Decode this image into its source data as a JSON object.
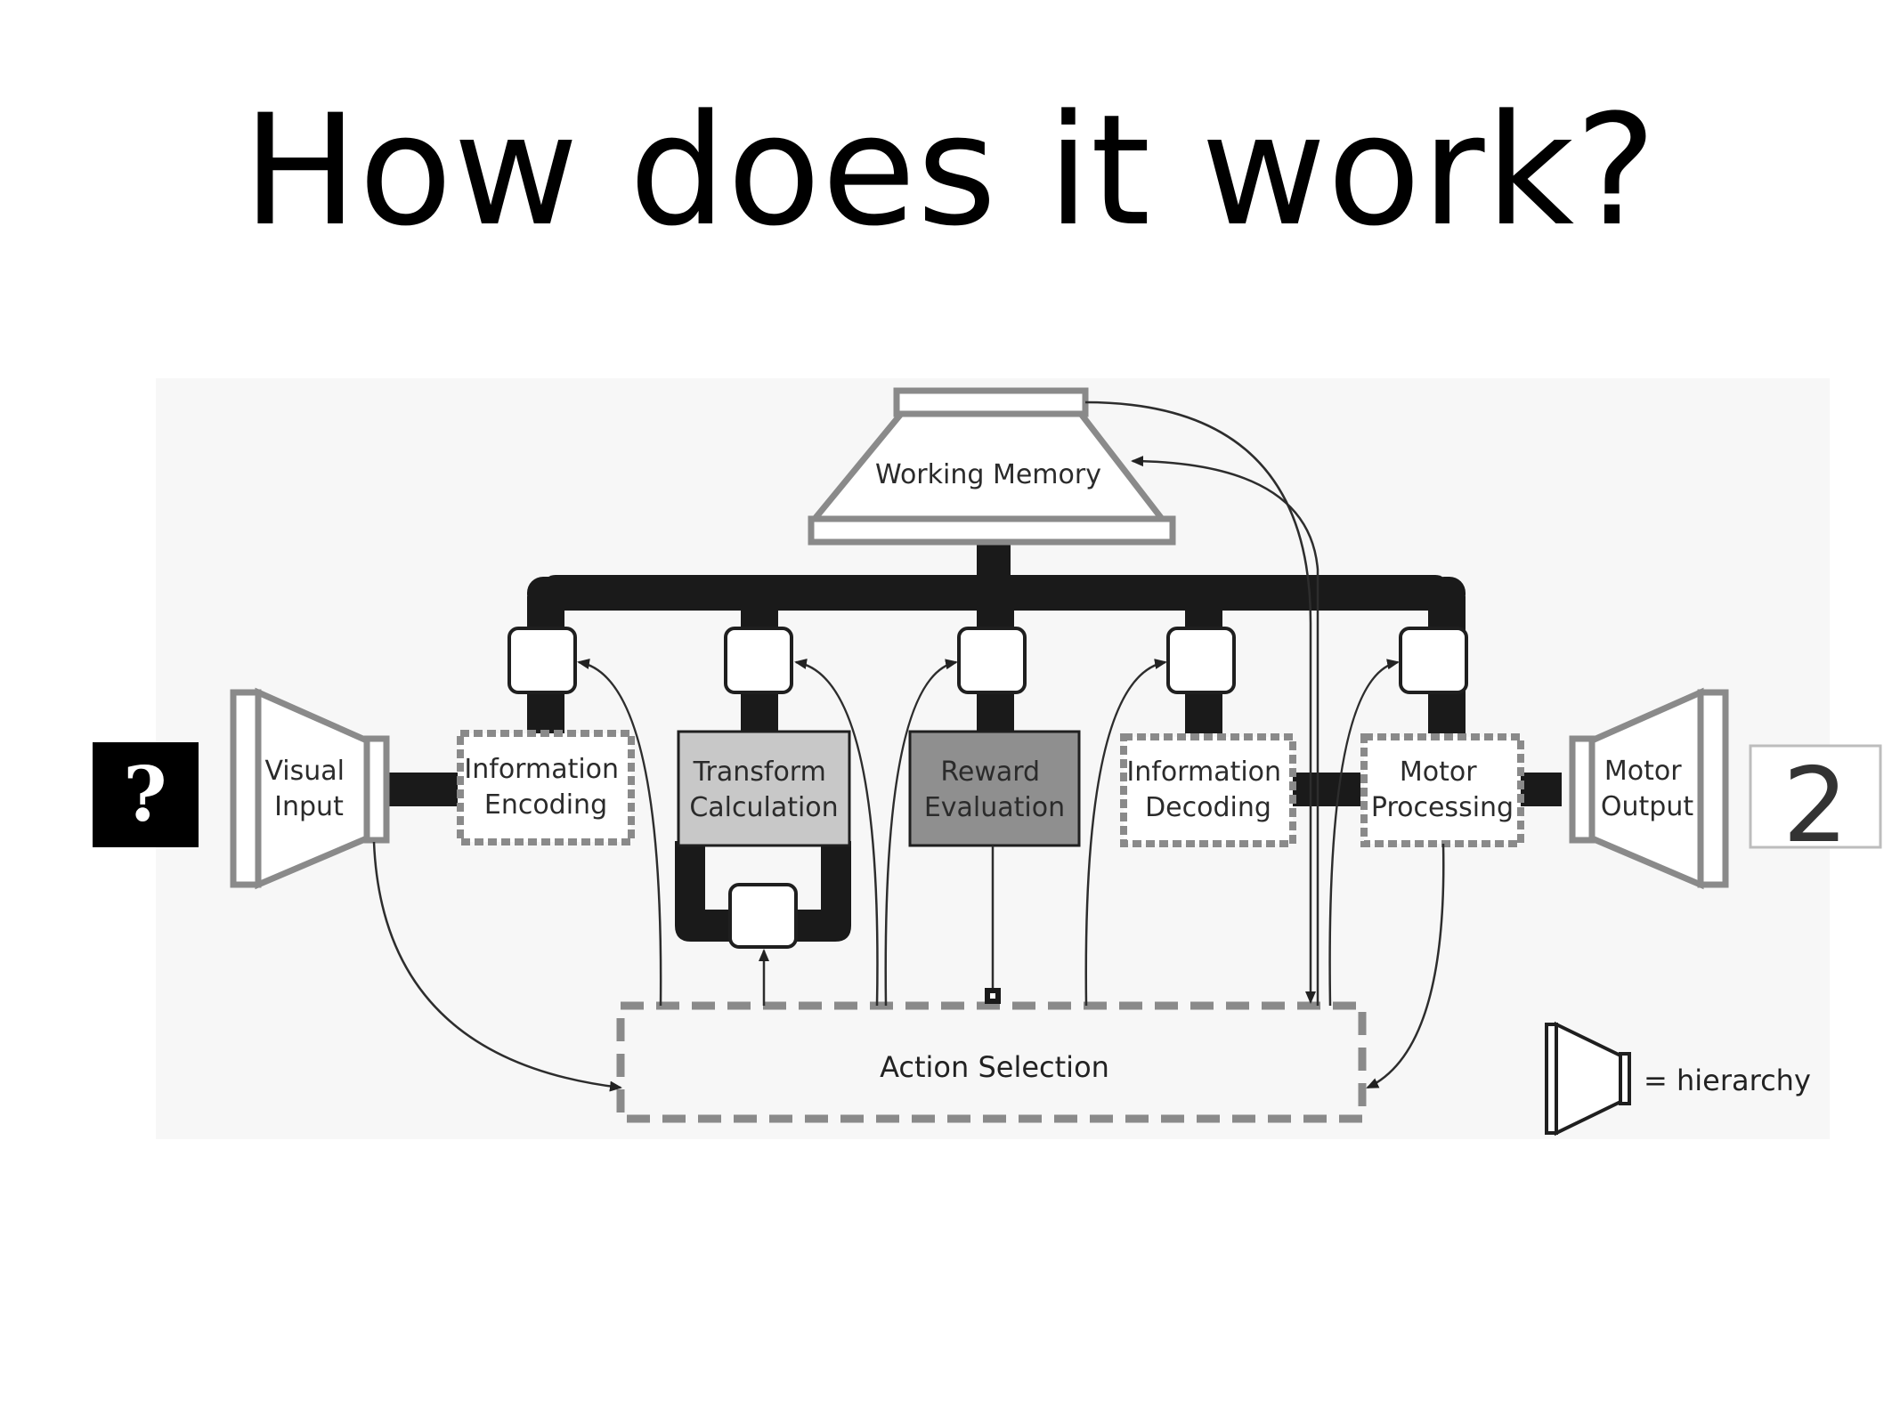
{
  "title": "How does it work?",
  "diagram": {
    "input_symbol": "?",
    "output_symbol": "2",
    "working_memory": "Working Memory",
    "visual_input": [
      "Visual",
      "Input"
    ],
    "information_encoding": [
      "Information",
      "Encoding"
    ],
    "transform_calculation": [
      "Transform",
      "Calculation"
    ],
    "reward_evaluation": [
      "Reward",
      "Evaluation"
    ],
    "information_decoding": [
      "Information",
      "Decoding"
    ],
    "motor_processing": [
      "Motor",
      "Processing"
    ],
    "motor_output": [
      "Motor",
      "Output"
    ],
    "action_selection": "Action Selection",
    "legend_label": "= hierarchy"
  },
  "colors": {
    "outline_gray": "#8a8a8a",
    "bus_black": "#1a1a1a",
    "transform_fill": "#c8c8c8",
    "reward_fill": "#8f8f8f",
    "diagram_bg": "#f7f7f7"
  }
}
